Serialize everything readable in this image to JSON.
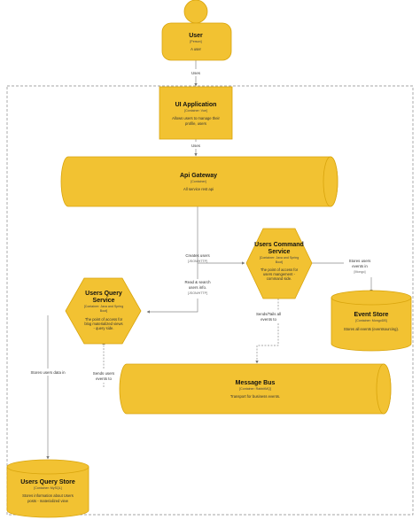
{
  "nodes": {
    "user": {
      "title": "User",
      "type": "[Person]",
      "desc": [
        "A user"
      ]
    },
    "ui_app": {
      "title": "UI Application",
      "type": "[Container: Vue]",
      "desc": [
        "Allows users to manage their",
        "profile, users"
      ]
    },
    "api_gateway": {
      "title": "Api Gateway",
      "type": "[Container]",
      "desc": [
        "All service rest api"
      ]
    },
    "command_service": {
      "title": [
        "Users Command",
        "Service"
      ],
      "type": [
        "[Container: Java and Spring",
        "Boot]"
      ],
      "desc": [
        "The point of access for",
        "users mangement -",
        "command side."
      ]
    },
    "query_service": {
      "title": [
        "Users Query",
        "Service"
      ],
      "type": [
        "[Container: Java and Spring",
        "Boot]"
      ],
      "desc": [
        "The point of access for",
        "blog materialized views",
        "- query side."
      ]
    },
    "event_store": {
      "title": "Event Store",
      "type": "[Container: MongoDB]",
      "desc": [
        "Stores all events (eventsourcing)."
      ]
    },
    "message_bus": {
      "title": "Message Bus",
      "type": "[Container: RabbitMQ]",
      "desc": [
        "Transport for business events."
      ]
    },
    "query_store": {
      "title": "Users Query Store",
      "type": "[Container: MySQL]",
      "desc": [
        "Stores information about Users",
        "posts - materialized view"
      ]
    }
  },
  "edges": {
    "user_ui": {
      "label": [
        "Uses"
      ]
    },
    "ui_api": {
      "label": [
        "Uses"
      ]
    },
    "api_command": {
      "label": [
        "Creates users"
      ],
      "tech": "[JSON/HTTP]"
    },
    "api_query": {
      "label": [
        "Read & search",
        "users info."
      ],
      "tech": "[JSON/HTTP]"
    },
    "command_eventstore": {
      "label": [
        "Stores users",
        "events in"
      ],
      "tech": "[Mongo]"
    },
    "command_bus": {
      "label": [
        "Sends/Tails all",
        "events to"
      ]
    },
    "bus_query": {
      "label": [
        "Sends users",
        "events to"
      ]
    },
    "query_store": {
      "label": [
        "Stores users data in"
      ]
    }
  },
  "colors": {
    "node_fill": "#f2c232",
    "node_stroke": "#d8a40c",
    "edge": "#8a8a8a",
    "boundary": "#888888"
  }
}
